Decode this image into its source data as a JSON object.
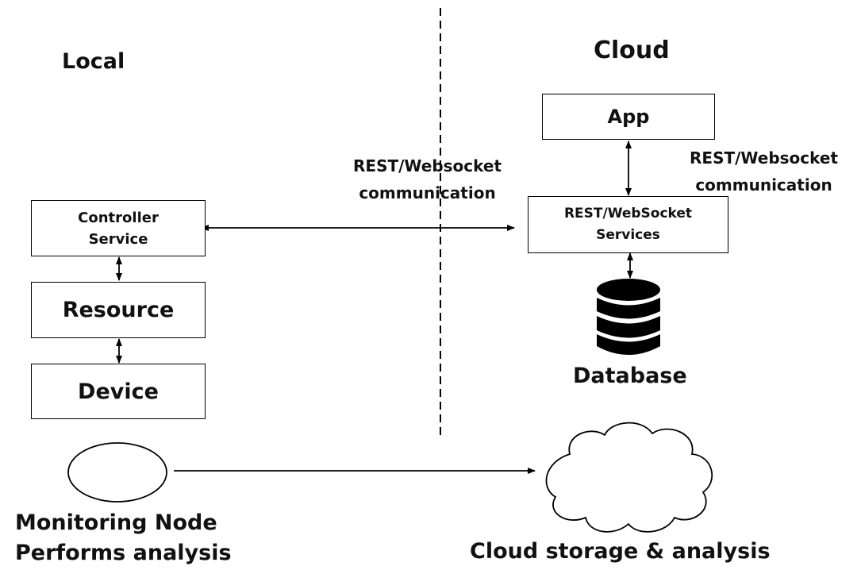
{
  "zones": {
    "local": "Local",
    "cloud": "Cloud"
  },
  "local": {
    "controller_line1": "Controller",
    "controller_line2": "Service",
    "resource": "Resource",
    "device": "Device"
  },
  "cloud": {
    "app": "App",
    "services_line1": "REST/WebSocket",
    "services_line2": "Services",
    "database": "Database"
  },
  "links": {
    "cross_line1": "REST/Websocket",
    "cross_line2": "communication",
    "app_line1": "REST/Websocket",
    "app_line2": "communication"
  },
  "bottom": {
    "monitoring_line1": "Monitoring Node",
    "monitoring_line2": "Performs analysis",
    "cloud_storage": "Cloud storage & analysis"
  }
}
